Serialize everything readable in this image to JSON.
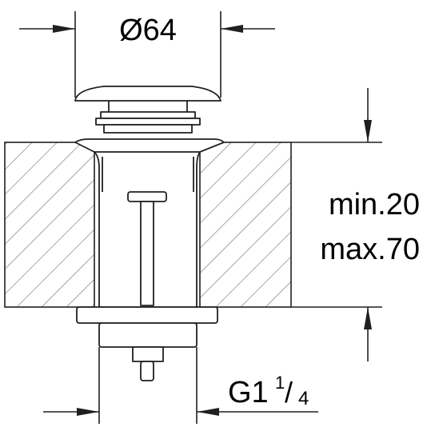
{
  "drawing": {
    "diameter_label": "Ø64",
    "thickness_min_label": "min.20",
    "thickness_max_label": "max.70",
    "thread": {
      "prefix": "G1",
      "numerator": "1",
      "separator": "/",
      "denominator": "4"
    }
  },
  "colors": {
    "line": "#231f20",
    "hatch": "#6d6e71",
    "background": "#ffffff"
  }
}
